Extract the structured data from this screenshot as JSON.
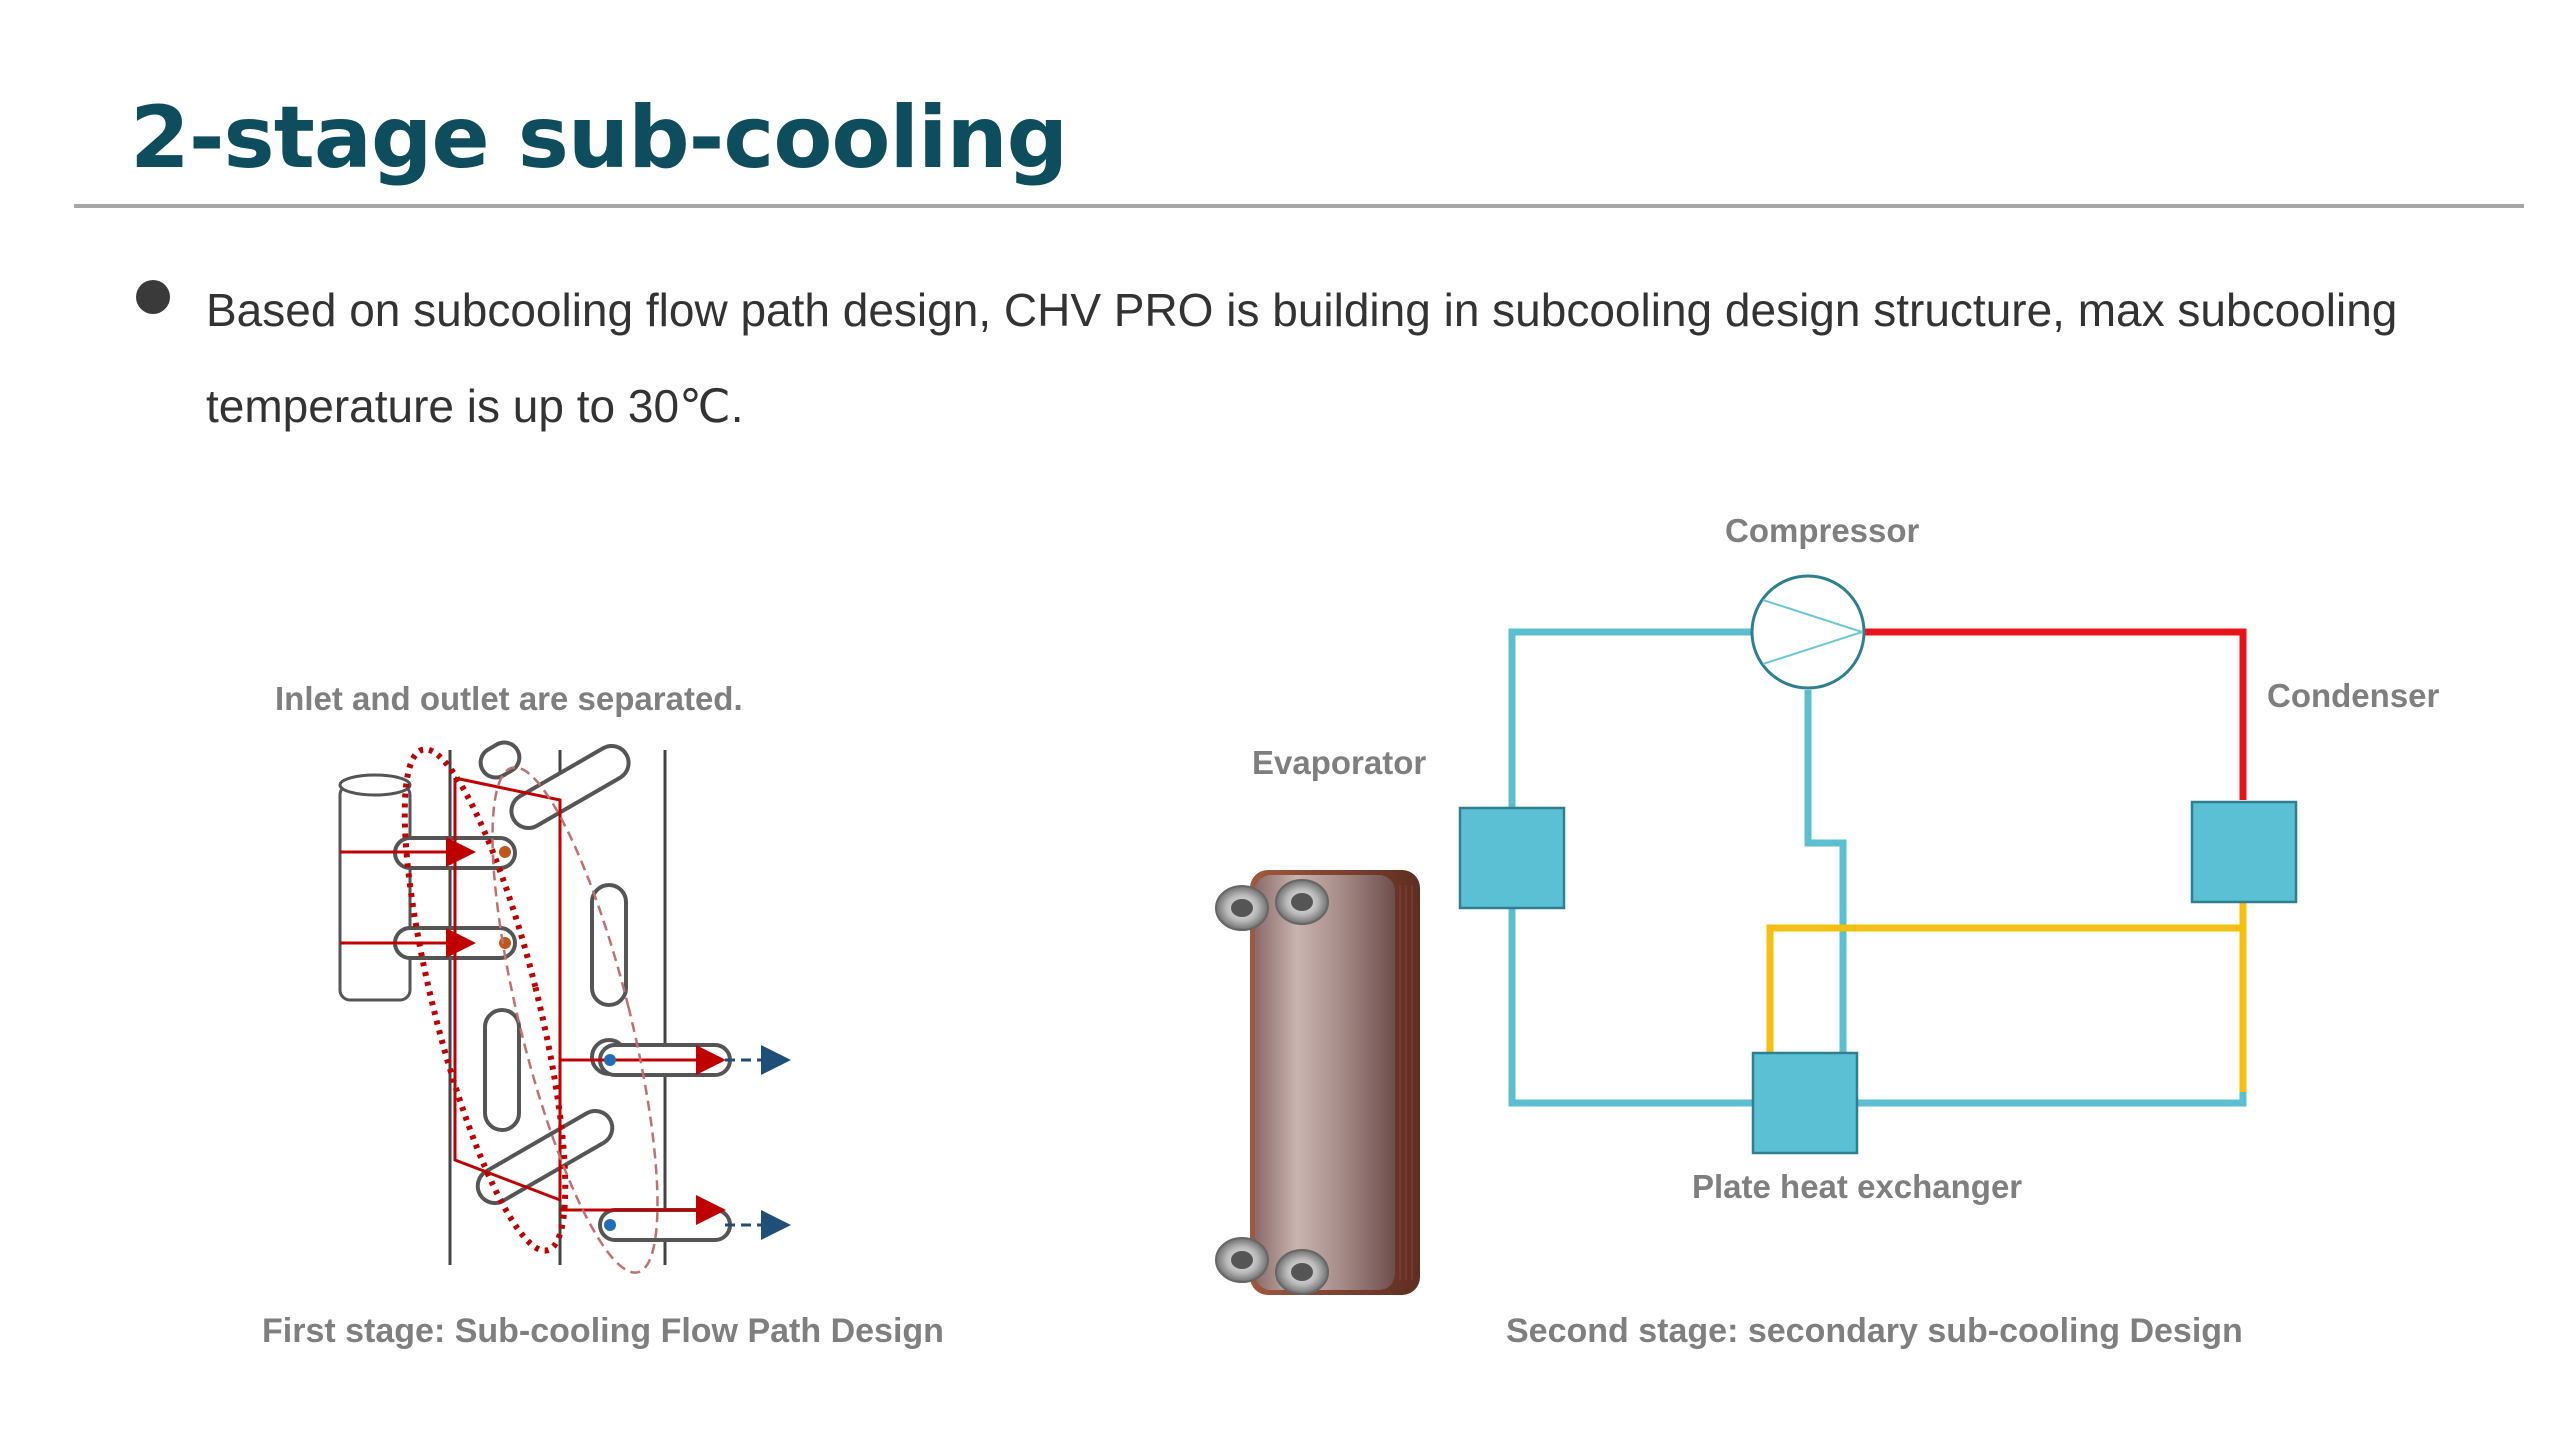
{
  "slide": {
    "title": "2-stage sub-cooling",
    "bullet": "Based on subcooling flow path design, CHV PRO is building in subcooling design structure, max subcooling temperature is up to 30℃."
  },
  "left_figure": {
    "top_label": "Inlet and outlet are separated.",
    "caption": "First stage: Sub-cooling Flow Path Design"
  },
  "right_figure": {
    "caption": "Second stage: secondary  sub-cooling  Design",
    "labels": {
      "evaporator": "Evaporator",
      "compressor": "Compressor",
      "condenser": "Condenser",
      "plate_heat_exchanger": "Plate heat exchanger"
    },
    "colors": {
      "cold_line": "#5bbfd1",
      "hot_line": "#e8141b",
      "liquid_line": "#f5be13",
      "component_fill": "#5bc0d4",
      "component_border": "#2e7f90"
    }
  },
  "colors": {
    "title": "#0d4d5e",
    "rule": "#a6a6a6",
    "caption": "#7f7f7f"
  }
}
